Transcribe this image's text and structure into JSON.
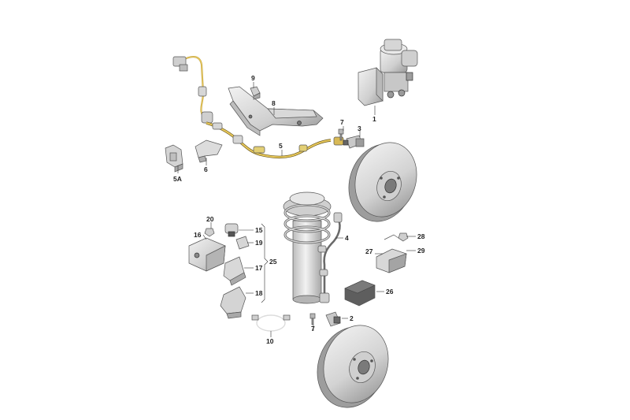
{
  "diagram": {
    "labels": {
      "p1": "1",
      "p2": "2",
      "p3": "3",
      "p4": "4",
      "p5": "5",
      "p5a": "5A",
      "p6": "6",
      "p7a": "7",
      "p7b": "7",
      "p8": "8",
      "p9": "9",
      "p10": "10",
      "p15": "15",
      "p16": "16",
      "p17": "17",
      "p18": "18",
      "p19": "19",
      "p20": "20",
      "p25": "25",
      "p26": "26",
      "p27": "27",
      "p28": "28",
      "p29": "29"
    },
    "colors": {
      "harness_highlight": "#e8c85a",
      "metal_light": "#e6e6e6",
      "metal_mid": "#c4c4c4",
      "metal_dark": "#8a8a8a",
      "rubber": "#5a5a5a"
    }
  }
}
